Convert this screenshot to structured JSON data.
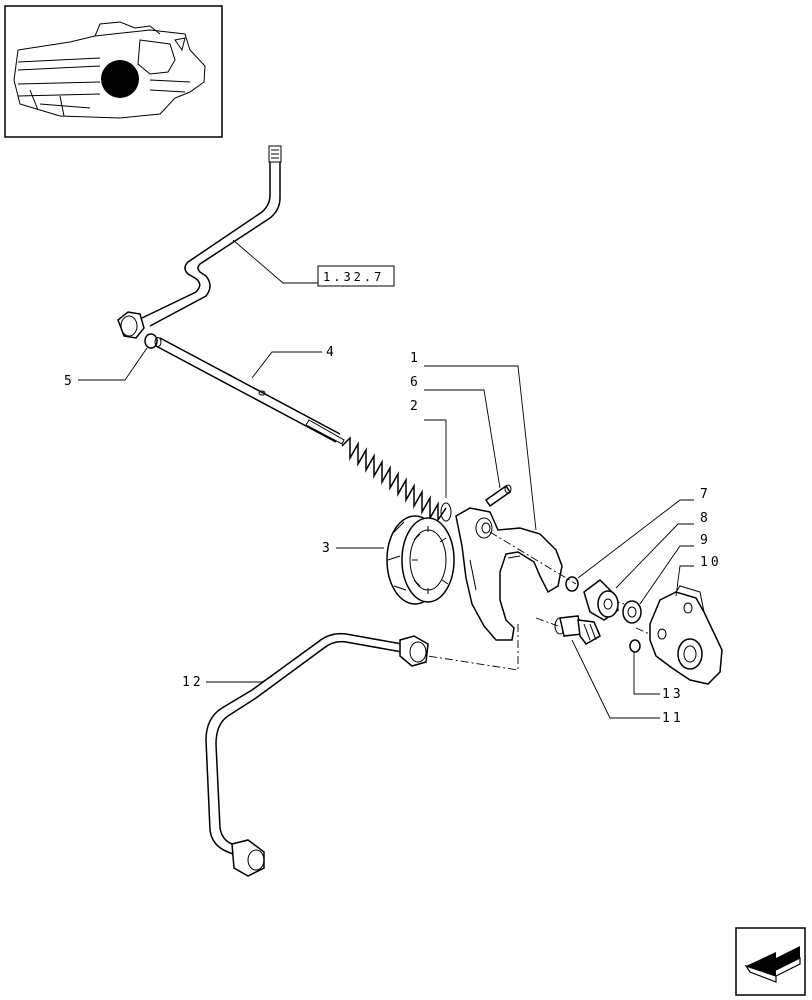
{
  "reference_label": "1.32.7",
  "callouts": {
    "c1": "1",
    "c2": "2",
    "c3": "3",
    "c4": "4",
    "c5": "5",
    "c6": "6",
    "c7": "7",
    "c8": "8",
    "c9": "9",
    "c10": "10",
    "c11": "11",
    "c12": "12",
    "c13": "13"
  }
}
